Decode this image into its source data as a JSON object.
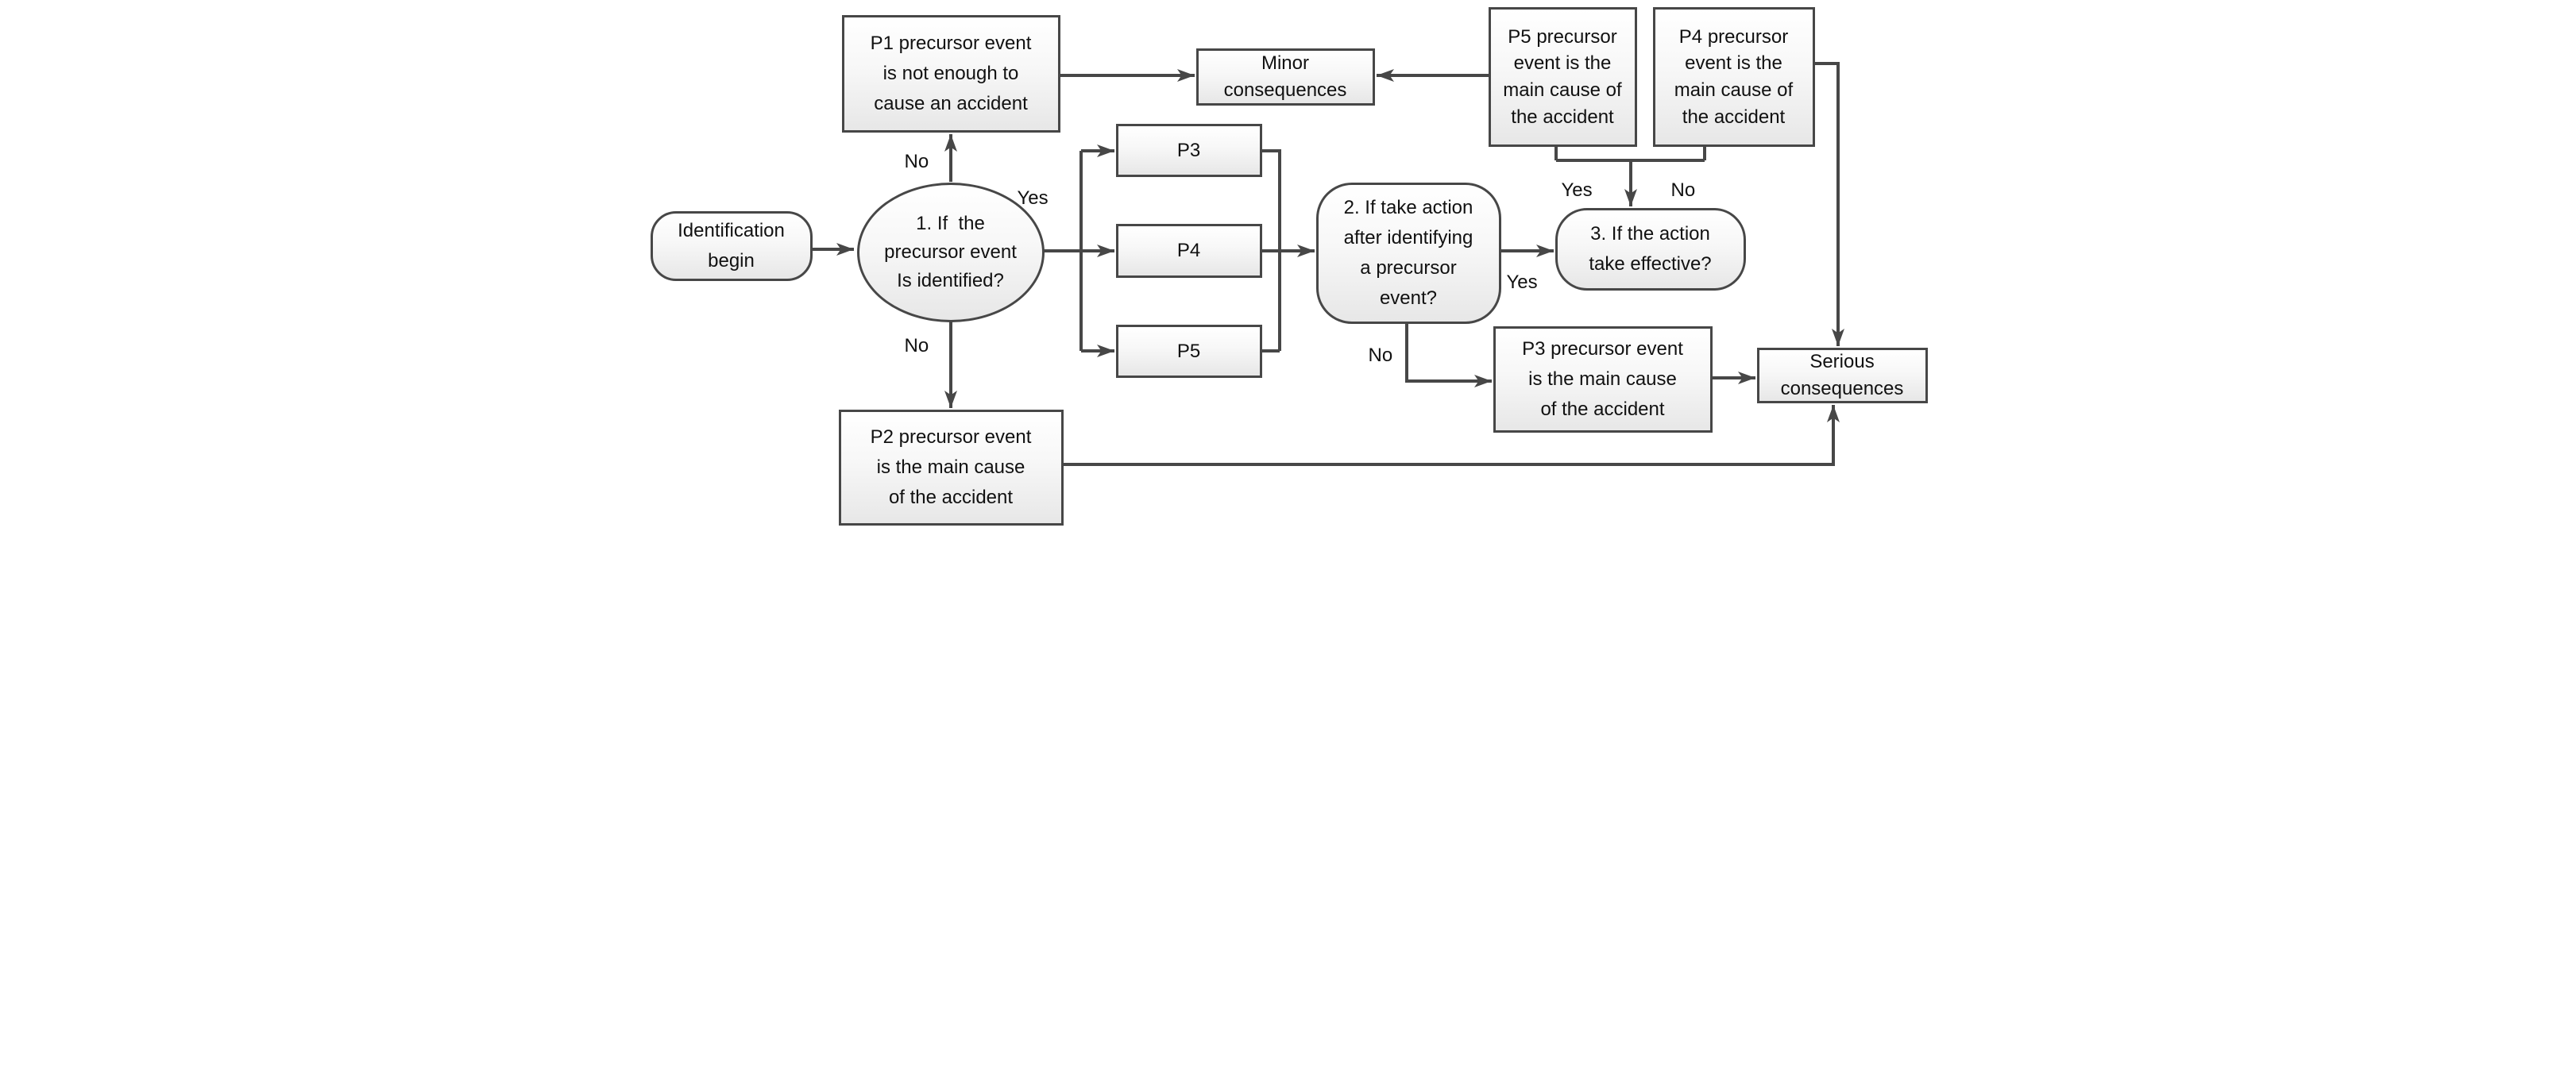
{
  "diagram": {
    "type": "flowchart",
    "description": "Precursor event identification flowchart"
  },
  "colors": {
    "line": "#474747",
    "node_border": "#474747",
    "node_fill_top": "#ffffff",
    "node_fill_bottom": "#e7e7e7",
    "text": "#111111",
    "background": "#ffffff"
  },
  "nodes": {
    "start": {
      "shape": "stadium",
      "label": "Identification\nbegin"
    },
    "decision1": {
      "shape": "ellipse",
      "label": "1. If  the\nprecursor event\nIs identified?"
    },
    "p1_outcome": {
      "shape": "rect",
      "label": "P1 precursor event\nis not enough to\ncause an accident"
    },
    "minor": {
      "shape": "rect",
      "label": "Minor\nconsequences"
    },
    "p3": {
      "shape": "rect",
      "label": "P3"
    },
    "p4": {
      "shape": "rect",
      "label": "P4"
    },
    "p5": {
      "shape": "rect",
      "label": "P5"
    },
    "decision2": {
      "shape": "rounded",
      "label": "2. If take action\nafter identifying\na precursor\nevent?"
    },
    "decision3": {
      "shape": "rounded",
      "label": "3. If the action\ntake effective?"
    },
    "p5_cause": {
      "shape": "rect",
      "label": "P5 precursor\nevent is the\nmain cause of\nthe accident"
    },
    "p4_cause": {
      "shape": "rect",
      "label": "P4 precursor\nevent is the\nmain cause of\nthe accident"
    },
    "p3_cause": {
      "shape": "rect",
      "label": "P3 precursor event\nis the main cause\nof the accident"
    },
    "serious": {
      "shape": "rect",
      "label": "Serious\nconsequences"
    },
    "p2_cause": {
      "shape": "rect",
      "label": "P2 precursor event\nis the main cause\nof the accident"
    }
  },
  "edge_labels": {
    "d1_no_up": "No",
    "d1_yes": "Yes",
    "d1_no_down": "No",
    "d2_yes": "Yes",
    "d2_no": "No",
    "d3_yes": "Yes",
    "d3_no": "No"
  }
}
